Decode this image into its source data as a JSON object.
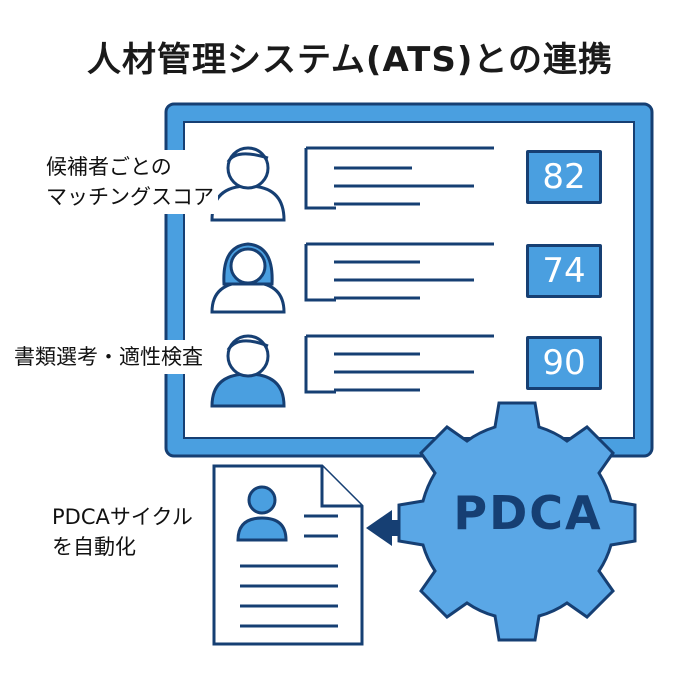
{
  "title": "人材管理システム(ATS)との連携",
  "labels": {
    "matching_line1": "候補者ごとの",
    "matching_line2": "マッチングスコア",
    "screening": "書類選考・適性検査",
    "pdca_line1": "PDCAサイクル",
    "pdca_line2": "を自動化"
  },
  "candidates": [
    {
      "icon": "male-user-icon",
      "score": "82"
    },
    {
      "icon": "female-user-icon",
      "score": "74"
    },
    {
      "icon": "male-user-icon",
      "score": "90"
    }
  ],
  "gear_label": "PDCA",
  "colors": {
    "primary": "#4a9fe0",
    "outline": "#163f73",
    "gear": "#5aa7e6"
  }
}
